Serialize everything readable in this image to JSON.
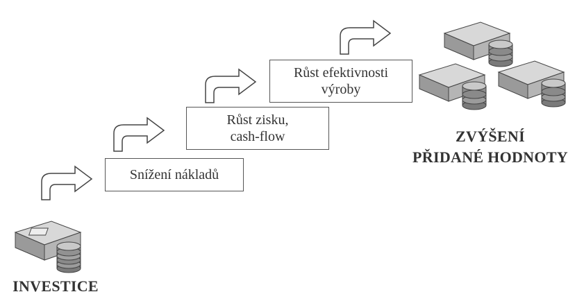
{
  "steps": [
    {
      "lines": [
        "Snížení nákladů"
      ]
    },
    {
      "lines": [
        "Růst zisku,",
        "cash-flow"
      ]
    },
    {
      "lines": [
        "Růst efektivnosti",
        "výroby"
      ]
    }
  ],
  "start_label": "INVESTICE",
  "end_label": [
    "ZVÝŠENÍ",
    "PŘIDANÉ HODNOTY"
  ],
  "icons": {
    "arrow": "curved-arrow-icon",
    "money": "money-stack-with-coins-icon"
  },
  "colors": {
    "stroke": "#555555",
    "text": "#333333",
    "money_dark": "#6b6b6b",
    "money_light": "#cfcfcf"
  }
}
